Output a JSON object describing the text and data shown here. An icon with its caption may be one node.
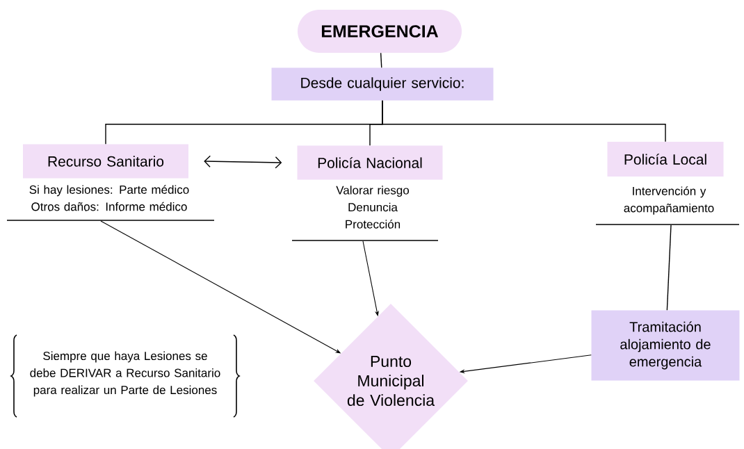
{
  "diagram": {
    "nodes": [
      {
        "text": [
          "EMERGENCIA"
        ]
      },
      {
        "text": [
          "Desde cualquier servicio:"
        ]
      },
      {
        "text": [
          "Recurso Sanitario"
        ],
        "beside": [
          "Si hay lesiones: Parte médico",
          "Otros daños: Informe médico"
        ]
      },
      {
        "text": [
          "Policía Nacional"
        ],
        "beside": [
          "Valorar riesgo",
          "Denuncia",
          "Protección"
        ]
      },
      {
        "text": [
          "Policía Local"
        ],
        "beside": [
          "Intervención y acompañamiento"
        ]
      },
      {
        "text": [
          "Punto Municipal de Violencia"
        ]
      },
      {
        "text": [
          "Tramitación alojamiento de emergencia"
        ]
      }
    ],
    "edges": [
      {
        "from": 0,
        "to": 1,
        "arrow": "none"
      },
      {
        "from": 1,
        "to": 2,
        "arrow": "none"
      },
      {
        "from": 1,
        "to": 3,
        "arrow": "none"
      },
      {
        "from": 1,
        "to": 4,
        "arrow": "none"
      },
      {
        "from": 2,
        "to": 3,
        "arrow": "both"
      },
      {
        "from": 2,
        "to": 5,
        "arrow": "to"
      },
      {
        "from": 3,
        "to": 5,
        "arrow": "to"
      },
      {
        "from": 4,
        "to": 6,
        "arrow": "none"
      },
      {
        "from": 6,
        "to": 5,
        "arrow": "to"
      }
    ],
    "labels": [
      "Siempre que haya Lesiones se debe DERIVAR a Recurso Sanitario para realizar un Parte de Lesiones"
    ]
  }
}
